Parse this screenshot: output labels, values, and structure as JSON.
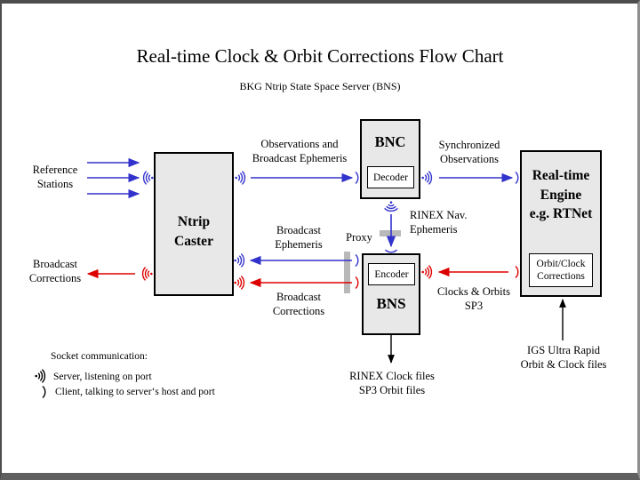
{
  "slide": {
    "title": "Real-time Clock & Orbit Corrections Flow Chart",
    "subtitle": "BKG Ntrip State Space Server (BNS)"
  },
  "nodes": {
    "ntrip_caster": {
      "line1": "Ntrip",
      "line2": "Caster"
    },
    "bnc": {
      "title": "BNC",
      "sub": "Decoder"
    },
    "bns": {
      "title": "BNS",
      "sub": "Encoder"
    },
    "engine": {
      "line1": "Real-time",
      "line2": "Engine",
      "line3": "e.g. RTNet",
      "sub1": "Orbit/Clock",
      "sub2": "Corrections"
    }
  },
  "labels": {
    "reference_stations": [
      "Reference",
      "Stations"
    ],
    "broadcast_corrections_out": [
      "Broadcast",
      "Corrections"
    ],
    "observations": [
      "Observations and",
      "Broadcast Ephemeris"
    ],
    "synchronized": [
      "Synchronized",
      "Observations"
    ],
    "rinex_nav": [
      "RINEX Nav.",
      "Ephemeris"
    ],
    "broadcast_ephemeris_mid": [
      "Broadcast",
      "Ephemeris"
    ],
    "proxy": "Proxy",
    "broadcast_corrections_mid": [
      "Broadcast",
      "Corrections"
    ],
    "clocks_orbits": [
      "Clocks & Orbits",
      "SP3"
    ],
    "rinex_files": [
      "RINEX Clock files",
      "SP3 Orbit files"
    ],
    "igs": [
      "IGS Ultra Rapid",
      "Orbit & Clock files"
    ]
  },
  "legend": {
    "title": "Socket communication:",
    "server": "Server, listening on port",
    "client": "Client, talking to server‘s host and port"
  },
  "icons": {
    "server_socket": "radio-waves-from-port-icon",
    "client_socket": "single-arc-plug-icon"
  },
  "colors": {
    "observation_blue": "#3232cc",
    "correction_red": "#dd0000",
    "box_fill": "#e8e8e8",
    "proxy_gray": "#b9b9b9"
  }
}
